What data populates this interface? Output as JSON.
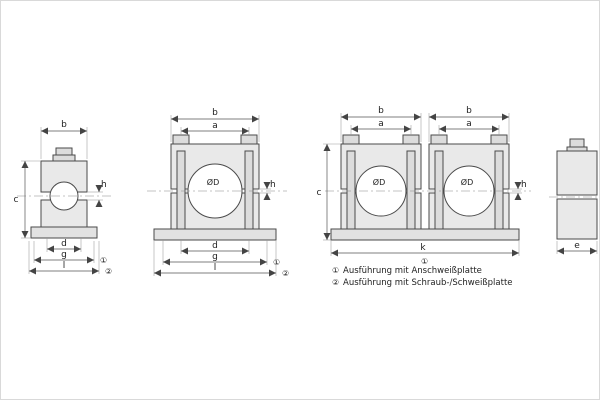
{
  "dims": {
    "a": "a",
    "b": "b",
    "c": "c",
    "d": "d",
    "e": "e",
    "g": "g",
    "h": "h",
    "k": "k",
    "l": "l",
    "diameter": "ØD"
  },
  "markers": {
    "m1": "①",
    "m2": "②"
  },
  "legend": {
    "item1": {
      "marker": "①",
      "text": "Ausführung mit Anschweißplatte"
    },
    "item2": {
      "marker": "②",
      "text": "Ausführung mit Schraub-/Schweißplatte"
    }
  },
  "colors": {
    "line": "#4a4a4a",
    "body_fill": "#e9e9e9",
    "background": "#ffffff"
  }
}
